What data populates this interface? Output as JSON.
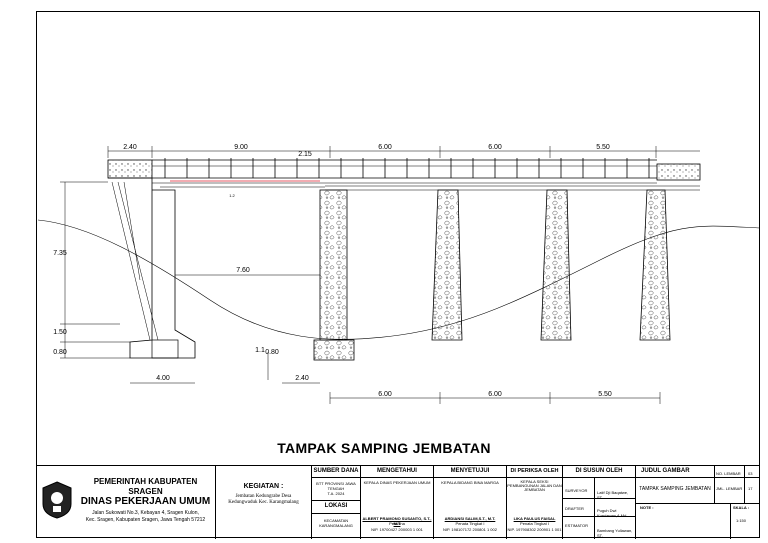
{
  "drawing": {
    "title": "TAMPAK SAMPING JEMBATAN",
    "top_dims": [
      "2.40",
      "9.00",
      "2.15",
      "6.00",
      "6.00",
      "5.50"
    ],
    "left_dims": [
      "7.35",
      "1.50",
      "0.80"
    ],
    "inner_dims": [
      "7.60",
      "1.1",
      "0.80"
    ],
    "bottom_dims": [
      "4.00",
      "2.40"
    ],
    "bottom_spans": [
      "6.00",
      "6.00",
      "5.50"
    ],
    "small_note": "1.2"
  },
  "title_block": {
    "agency": {
      "line1": "PEMERINTAH KABUPATEN",
      "line2": "SRAGEN",
      "line3": "DINAS PEKERJAAN  UMUM",
      "address1": "Jalan Sukowati No.3, Kebayan 4, Sragen Kulon,",
      "address2": "Kec. Sragen, Kabupaten Sragen, Jawa Tengah 57212"
    },
    "kegiatan": {
      "header": "KEGIATAN :",
      "line1": "Jembatan Kedungrabe Desa",
      "line2": "Kedungwaduk Kec. Karangmalang"
    },
    "sumber_dana": {
      "header": "SUMBER DANA",
      "line1": "BTT PROVINSI JAWA",
      "line2": "TENGAH",
      "line3": "T.A. 2024",
      "lokasi_header": "LOKASI",
      "lokasi1": "KECAMATAN",
      "lokasi2": "KARANGMALANG"
    },
    "mengetahui": {
      "header": "MENGETAHUI",
      "role": "KEPALA DINAS PEKERJAAN UMUM",
      "name": "ALBERT PRAMONO SUSANTO, S.T., M.T",
      "rank": "Pembina",
      "nip": "NIP. 19700427 200003 1 001"
    },
    "menyetujui": {
      "header": "MENYETUJUI",
      "role": "KEPALA BIDANG BINA MARGA",
      "name": "ARDIANSI SALIM,S.T., M.T.",
      "rank": "Penata Tingkat I",
      "nip": "NIP. 198107172 200801 1 002"
    },
    "diperiksa": {
      "header": "DI PERIKSA OLEH",
      "role": "KEPALA SEKSI PEMBANGUNAN JALAN DAN JEMBATAN",
      "name": "LIKA PAULUS FAISAL",
      "rank": "Penata Tingkat I",
      "nip": "NIP. 197908302 200901 1 001"
    },
    "disusun": {
      "header": "DI SUSUN OLEH",
      "surveyor_label": "SURVEYOR",
      "surveyor_name": "Latif Dji Baqatwe, ST.",
      "drafter_label": "DRAFTER",
      "drafter_name": "Puguh Dwi Kurniawan,A.Md",
      "estimator_label": "ESTIMATOR",
      "estimator_name": "Bambang Yuliawan, ST."
    },
    "judul": {
      "header": "JUDUL GAMBAR",
      "value": "TAMPAK SAMPING JEMBATAN",
      "no_lembar_label": "NO. LEMBAR",
      "no_lembar_value": "03",
      "jml_lembar_label": "JML. LEMBAR",
      "jml_lembar_value": "17",
      "note_label": "NOTE :",
      "skala_label": "SKALA :",
      "skala_value": "1:150"
    }
  }
}
